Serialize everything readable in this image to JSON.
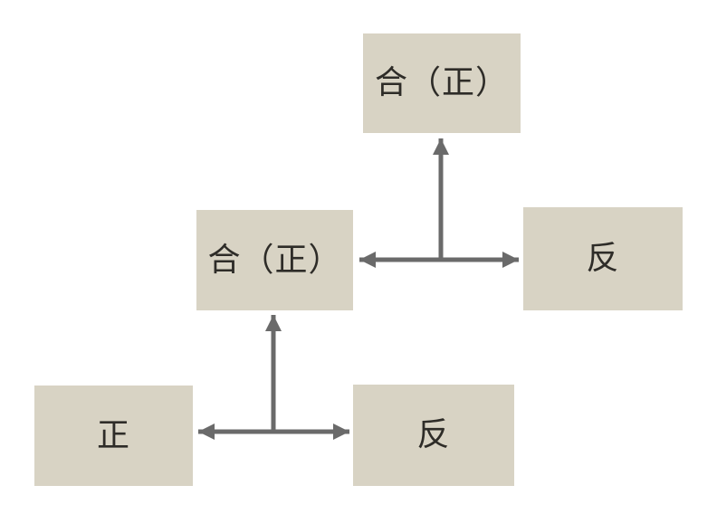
{
  "diagram": {
    "type": "dialectic-flow",
    "background": "#ffffff",
    "colors": {
      "box_fill": "#d8d3c4",
      "arrow": "#6a6a6a",
      "text": "#2e2c28"
    },
    "nodes": [
      {
        "id": "synthesis-top",
        "label": "合（正）",
        "position": "top"
      },
      {
        "id": "synthesis-mid",
        "label": "合（正）",
        "position": "middle-left"
      },
      {
        "id": "antithesis-mid",
        "label": "反",
        "position": "middle-right"
      },
      {
        "id": "thesis-bottom",
        "label": "正",
        "position": "bottom-left"
      },
      {
        "id": "antithesis-bottom",
        "label": "反",
        "position": "bottom-right"
      }
    ],
    "edges": [
      {
        "from": "synthesis-mid",
        "to": "antithesis-mid",
        "style": "double-headed-horizontal"
      },
      {
        "from": "middle-row-junction",
        "to": "synthesis-top",
        "style": "single-headed-up"
      },
      {
        "from": "thesis-bottom",
        "to": "antithesis-bottom",
        "style": "double-headed-horizontal"
      },
      {
        "from": "bottom-row-junction",
        "to": "synthesis-mid",
        "style": "single-headed-up"
      }
    ]
  }
}
